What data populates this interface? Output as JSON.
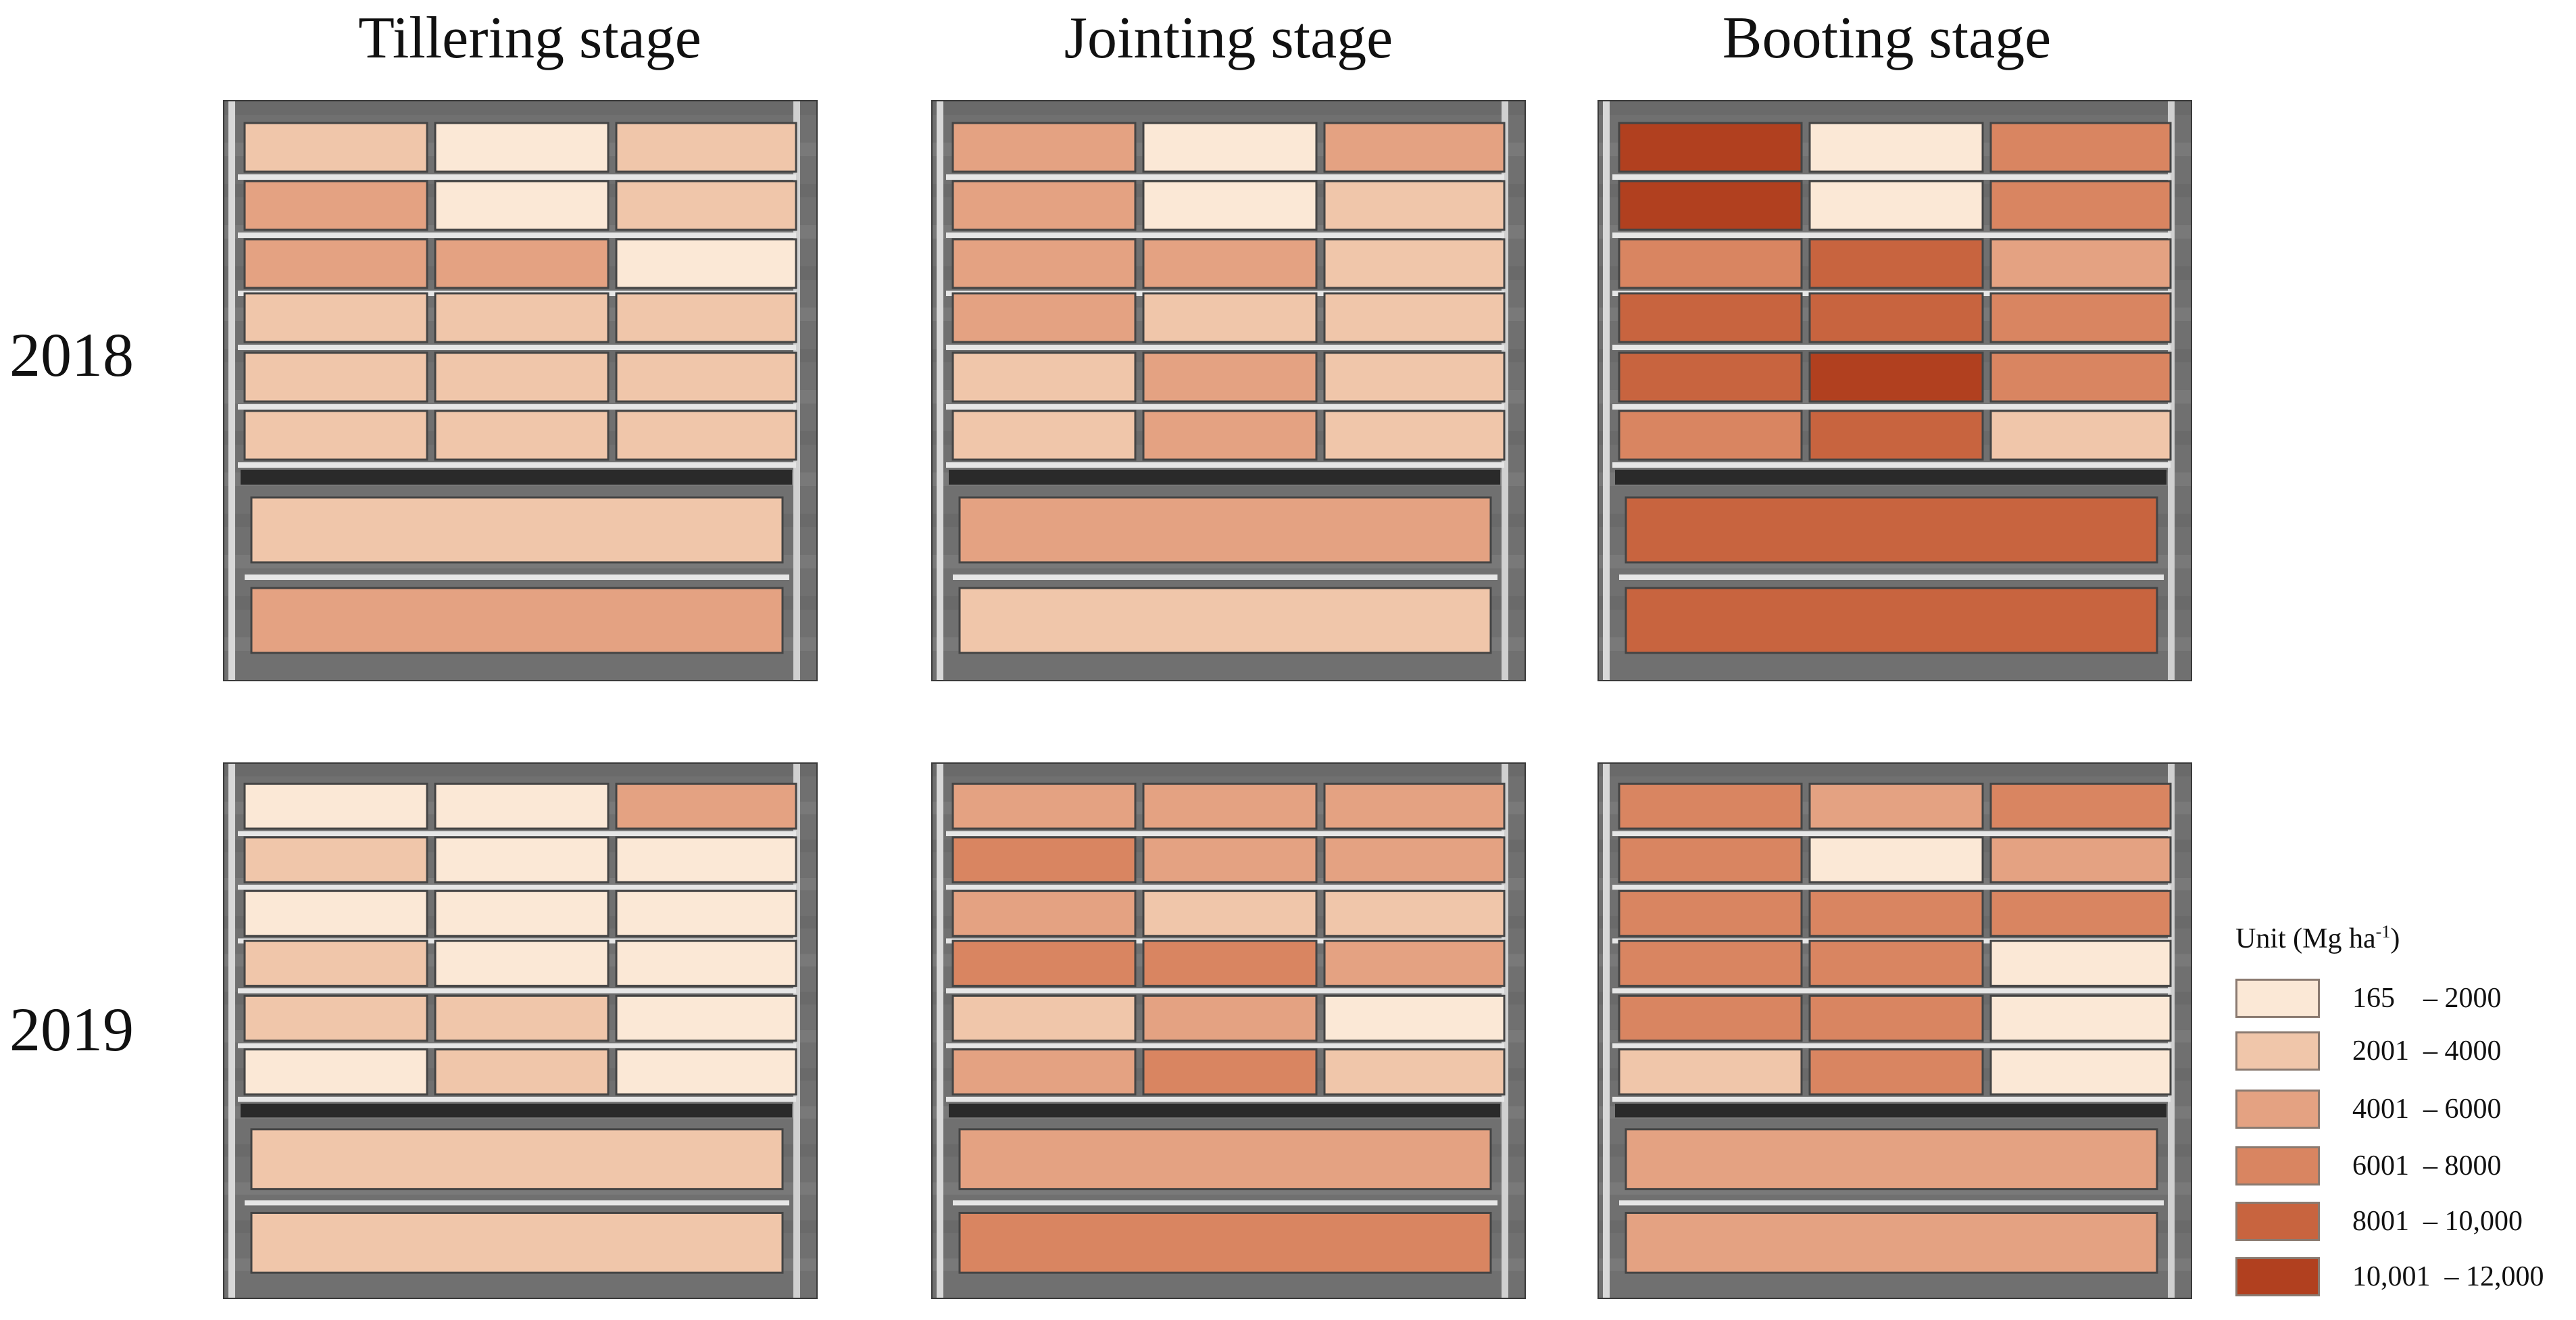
{
  "columns": [
    "Tillering stage",
    "Jointing stage",
    "Booting stage"
  ],
  "rows": [
    "2018",
    "2019"
  ],
  "legend": {
    "title_main": "Unit (Mg ha",
    "title_sup": "-1",
    "title_end": ")",
    "classes": [
      {
        "label": "165    – 2000",
        "color": "#fbe8d6"
      },
      {
        "label": "2001  – 4000",
        "color": "#f0c6aa"
      },
      {
        "label": "4001  – 6000",
        "color": "#e4a282"
      },
      {
        "label": "6001  – 8000",
        "color": "#d98561"
      },
      {
        "label": "8001  – 10,000",
        "color": "#c8643f"
      },
      {
        "label": "10,001  – 12,000",
        "color": "#b1401f"
      }
    ]
  },
  "map_data": {
    "panels": [
      {
        "year": "2018",
        "stage": "Tillering stage",
        "grid": [
          [
            2,
            1,
            2
          ],
          [
            3,
            1,
            2
          ],
          [
            3,
            3,
            1
          ],
          [
            2,
            2,
            2
          ],
          [
            2,
            2,
            2
          ],
          [
            2,
            2,
            2
          ]
        ],
        "strips": [
          2,
          3
        ]
      },
      {
        "year": "2018",
        "stage": "Jointing stage",
        "grid": [
          [
            3,
            1,
            3
          ],
          [
            3,
            1,
            2
          ],
          [
            3,
            3,
            2
          ],
          [
            3,
            2,
            2
          ],
          [
            2,
            3,
            2
          ],
          [
            2,
            3,
            2
          ]
        ],
        "strips": [
          3,
          2
        ]
      },
      {
        "year": "2018",
        "stage": "Booting stage",
        "grid": [
          [
            6,
            1,
            4
          ],
          [
            6,
            1,
            4
          ],
          [
            4,
            5,
            3
          ],
          [
            5,
            5,
            4
          ],
          [
            5,
            6,
            4
          ],
          [
            4,
            5,
            2
          ]
        ],
        "strips": [
          5,
          5
        ]
      },
      {
        "year": "2019",
        "stage": "Tillering stage",
        "grid": [
          [
            1,
            1,
            3
          ],
          [
            2,
            1,
            1
          ],
          [
            1,
            1,
            1
          ],
          [
            2,
            1,
            1
          ],
          [
            2,
            2,
            1
          ],
          [
            1,
            2,
            1
          ]
        ],
        "strips": [
          2,
          2
        ]
      },
      {
        "year": "2019",
        "stage": "Jointing stage",
        "grid": [
          [
            3,
            3,
            3
          ],
          [
            4,
            3,
            3
          ],
          [
            3,
            2,
            2
          ],
          [
            4,
            4,
            3
          ],
          [
            2,
            3,
            1
          ],
          [
            3,
            4,
            2
          ]
        ],
        "strips": [
          3,
          4
        ]
      },
      {
        "year": "2019",
        "stage": "Booting stage",
        "grid": [
          [
            4,
            3,
            4
          ],
          [
            4,
            1,
            3
          ],
          [
            4,
            4,
            4
          ],
          [
            4,
            4,
            1
          ],
          [
            4,
            4,
            1
          ],
          [
            2,
            4,
            1
          ]
        ],
        "strips": [
          3,
          3
        ]
      }
    ]
  }
}
